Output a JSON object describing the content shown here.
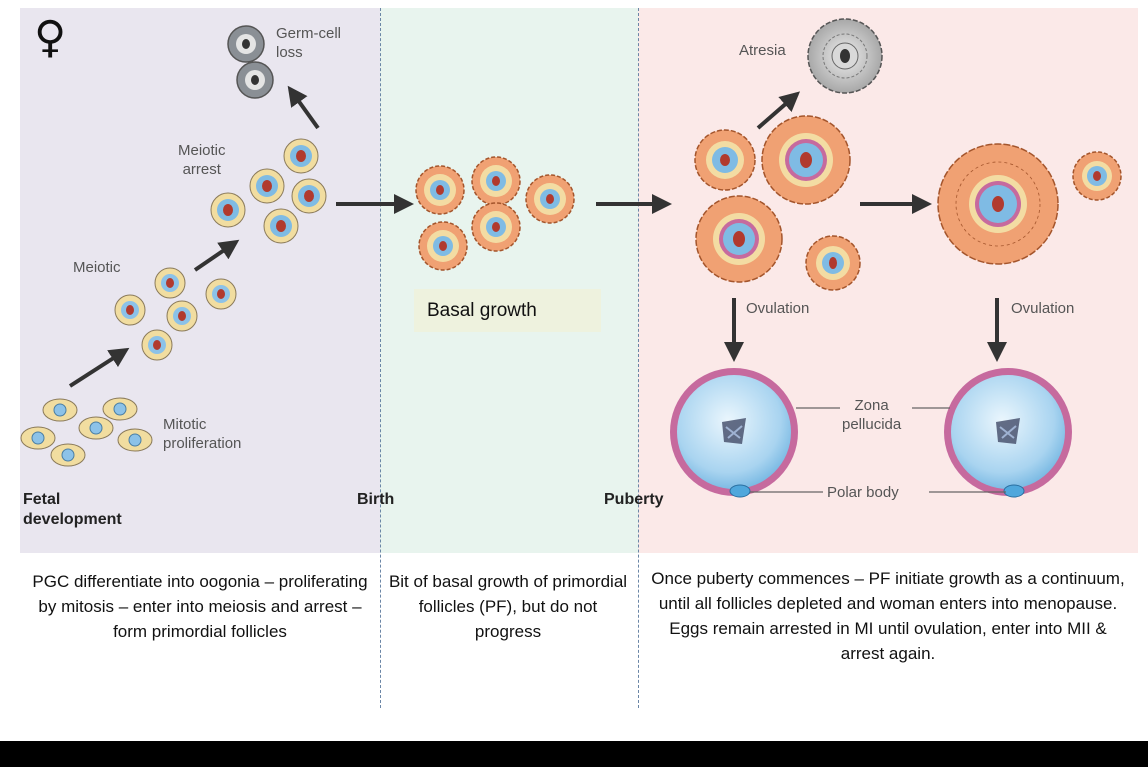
{
  "icons": {
    "female_symbol": "♀"
  },
  "stage_labels": {
    "fetal": "Fetal\ndevelopment",
    "birth": "Birth",
    "puberty": "Puberty"
  },
  "cell_labels": {
    "germ_cell_loss": "Germ-cell\nloss",
    "meiotic_arrest": "Meiotic\narrest",
    "meiotic": "Meiotic",
    "mitotic_proliferation": "Mitotic\nproliferation",
    "atresia": "Atresia",
    "ovulation_1": "Ovulation",
    "ovulation_2": "Ovulation",
    "zona_pellucida": "Zona\npellucida",
    "polar_body": "Polar body"
  },
  "basal_growth": "Basal growth",
  "captions": {
    "fetal": "PGC differentiate into oogonia – proliferating by mitosis – enter into meiosis and arrest – form primordial follicles",
    "birth": "Bit of basal growth of primordial follicles (PF), but do not progress",
    "puberty": "Once puberty commences – PF initiate growth as a continuum, until all follicles depleted and woman enters into menopause. Eggs remain arrested in MI until ovulation, enter into MII & arrest again."
  },
  "colors": {
    "fetal_bg": "#e9e6ef",
    "birth_bg": "#e8f4ee",
    "puberty_bg": "#fbe9e8",
    "granulosa": "#f0a173",
    "oocyte": "#5aa6d6",
    "zona": "#c66a9e",
    "arrow": "#333333"
  }
}
